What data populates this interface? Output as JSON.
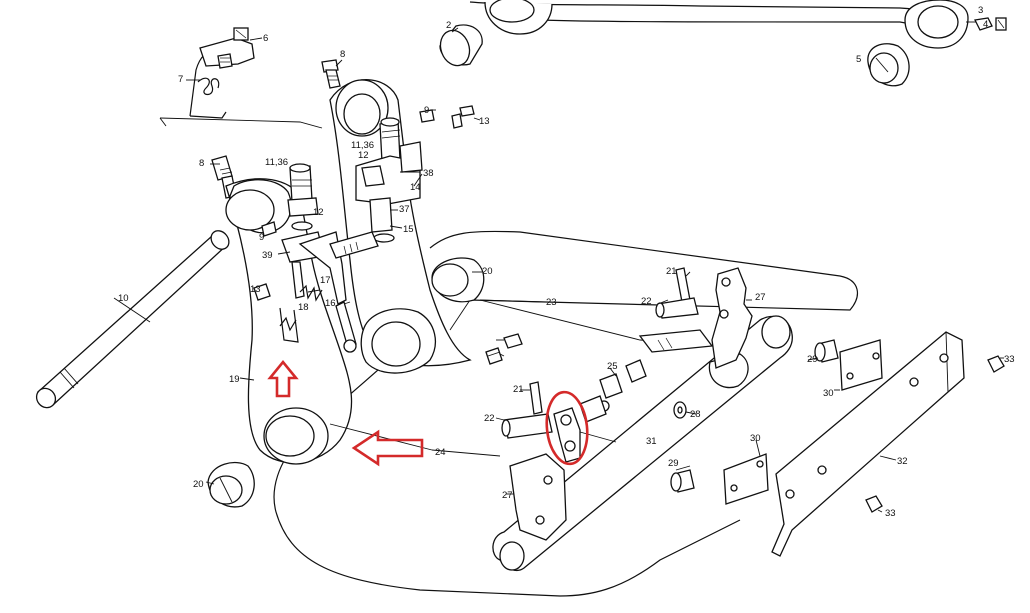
{
  "callouts": [
    "2",
    "3",
    "4",
    "5",
    "6",
    "7",
    "8",
    "8",
    "9",
    "9",
    "10",
    "11,36",
    "11,36",
    "12",
    "12",
    "13",
    "13",
    "14",
    "15",
    "16",
    "17",
    "18",
    "19",
    "20",
    "20",
    "21",
    "21",
    "22",
    "22",
    "23",
    "24",
    "25",
    "27",
    "27",
    "28",
    "29",
    "29",
    "30",
    "30",
    "31",
    "32",
    "33",
    "33",
    "37",
    "38",
    "39"
  ],
  "annotations": {
    "color": "#d42a2a",
    "circle_icon": "red-ellipse-highlight",
    "up_arrow_icon": "red-up-arrow",
    "left_arrow_icon": "red-left-arrow"
  }
}
